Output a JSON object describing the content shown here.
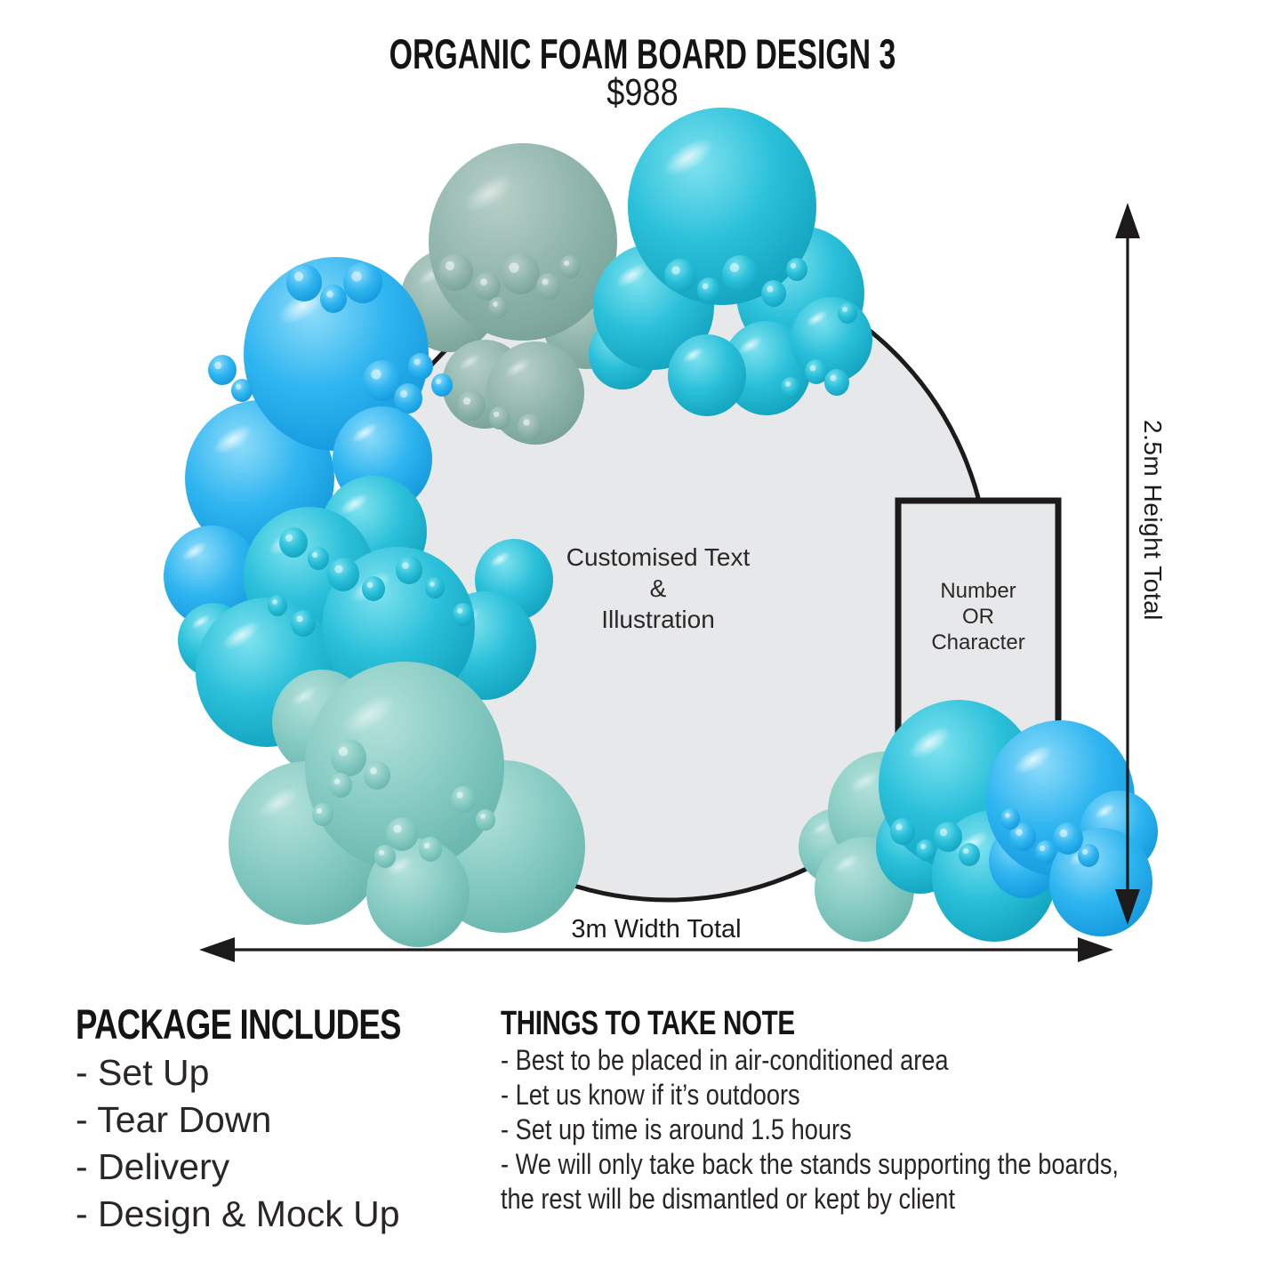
{
  "header": {
    "title": "ORGANIC FOAM BOARD DESIGN 3",
    "price": "$988"
  },
  "diagram": {
    "circle_label_lines": [
      "Customised Text",
      "&",
      "Illustration"
    ],
    "board_label_lines": [
      "Number",
      "OR",
      "Character"
    ],
    "height_label": "2.5m Height Total",
    "width_label": "3m Width Total"
  },
  "package": {
    "heading": "PACKAGE INCLUDES",
    "items": [
      "- Set Up",
      "- Tear Down",
      "- Delivery",
      "- Design & Mock Up"
    ]
  },
  "notes": {
    "heading": "THINGS TO TAKE NOTE",
    "lines": [
      "- Best to be placed in air-conditioned area",
      "- Let us know if it’s outdoors",
      "- Set up time is around 1.5 hours",
      "- We will only take back the stands supporting the boards,",
      "the rest will be dismantled or kept by client"
    ]
  },
  "colors": {
    "panel_gray": "#e7e8e9",
    "outline": "#1d1a1b",
    "text_dark": "#231f20",
    "balloons": {
      "sage": {
        "light": "#b7cfc8",
        "base": "#92b7ae",
        "dark": "#729e94"
      },
      "seafoam": {
        "light": "#b3e1da",
        "base": "#88ccc4",
        "dark": "#61b1a8"
      },
      "turquoise": {
        "light": "#7fe2ef",
        "base": "#2ac0da",
        "dark": "#0d9cb8"
      },
      "blue": {
        "light": "#8edcfa",
        "base": "#2fb5f0",
        "dark": "#0d93d8"
      }
    }
  }
}
